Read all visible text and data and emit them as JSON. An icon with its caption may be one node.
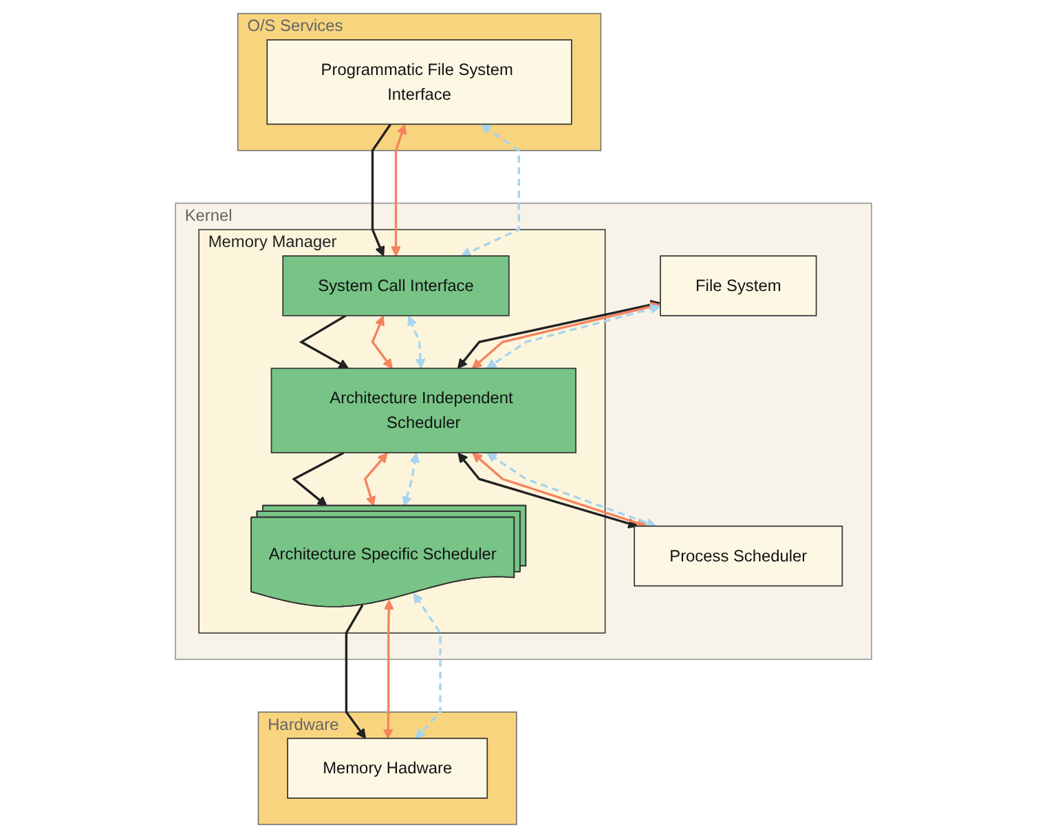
{
  "diagram": {
    "nodes": [
      {
        "text": [
          "O/S Services"
        ]
      },
      {
        "text": [
          "Programmatic File System Interface"
        ],
        "in": 0
      },
      {
        "text": [
          "Kernel"
        ]
      },
      {
        "text": [
          "Memory Manager"
        ],
        "in": 2
      },
      {
        "text": [
          "System Call Interface"
        ],
        "in": 3
      },
      {
        "text": [
          "File System"
        ],
        "in": 2
      },
      {
        "text": [
          "Architecture Independent Scheduler"
        ],
        "in": 3
      },
      {
        "text": [
          "Process Scheduler"
        ],
        "in": 2
      },
      {
        "text": [
          "Architecture Specific Scheduler"
        ],
        "in": 3
      },
      {
        "text": [
          "Hardware"
        ]
      },
      {
        "text": [
          "Memory Hadware"
        ],
        "in": 9
      }
    ],
    "edges": [
      {
        "from": 1,
        "to": 4,
        "arrow": "to",
        "color": "#222222"
      },
      {
        "from": 1,
        "to": 4,
        "arrow": "both",
        "color": "#f4845f"
      },
      {
        "from": 1,
        "to": 4,
        "arrow": "both",
        "style": "dashed",
        "color": "#a8d4ee"
      },
      {
        "from": 4,
        "to": 6,
        "arrow": "to",
        "color": "#222222"
      },
      {
        "from": 4,
        "to": 6,
        "arrow": "both",
        "color": "#f4845f"
      },
      {
        "from": 4,
        "to": 6,
        "arrow": "both",
        "style": "dashed",
        "color": "#a8d4ee"
      },
      {
        "from": 5,
        "to": 6,
        "arrow": "both",
        "color": "#222222"
      },
      {
        "from": 5,
        "to": 6,
        "arrow": "both",
        "color": "#f4845f"
      },
      {
        "from": 5,
        "to": 6,
        "arrow": "both",
        "style": "dashed",
        "color": "#a8d4ee"
      },
      {
        "from": 6,
        "to": 7,
        "arrow": "both",
        "color": "#222222"
      },
      {
        "from": 6,
        "to": 7,
        "arrow": "both",
        "color": "#f4845f"
      },
      {
        "from": 6,
        "to": 7,
        "arrow": "both",
        "style": "dashed",
        "color": "#a8d4ee"
      },
      {
        "from": 6,
        "to": 8,
        "arrow": "to",
        "color": "#222222"
      },
      {
        "from": 6,
        "to": 8,
        "arrow": "both",
        "color": "#f4845f"
      },
      {
        "from": 6,
        "to": 8,
        "arrow": "both",
        "style": "dashed",
        "color": "#a8d4ee"
      },
      {
        "from": 8,
        "to": 10,
        "arrow": "to",
        "color": "#222222"
      },
      {
        "from": 8,
        "to": 10,
        "arrow": "both",
        "color": "#f4845f"
      },
      {
        "from": 8,
        "to": 10,
        "arrow": "both",
        "style": "dashed",
        "color": "#a8d4ee"
      }
    ]
  }
}
